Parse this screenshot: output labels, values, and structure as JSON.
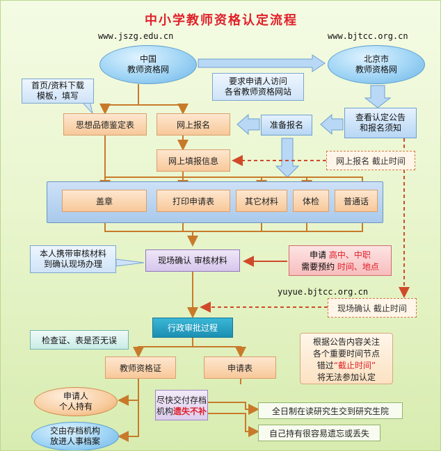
{
  "title": "中小学教师资格认定流程",
  "urls": {
    "left": "www.jszg.edu.cn",
    "right": "www.bjtcc.org.cn",
    "yuyue": "yuyue.bjtcc.org.cn"
  },
  "ovals": {
    "china": [
      "中国",
      "教师资格网"
    ],
    "beijing": [
      "北京市",
      "教师资格网"
    ],
    "holder": [
      "申请人",
      "个人持有"
    ],
    "archive": [
      "交由存档机构",
      "放进人事档案"
    ]
  },
  "callouts": {
    "visit": [
      "要求申请人访问",
      "各省教师资格网站"
    ],
    "download": [
      "首页/资料下载",
      "模板，填写"
    ],
    "bring": [
      "本人携带审核材料",
      "到确认现场办理"
    ],
    "check": "检查证、表是否无误"
  },
  "boxes": {
    "moral": "思想品德鉴定表",
    "online_reg": "网上报名",
    "prepare": "准备报名",
    "notice": [
      "查看认定公告",
      "和报名须知"
    ],
    "online_info": "网上填报信息",
    "seal": "盖章",
    "print_form": "打印申请表",
    "other": "其它材料",
    "physical": "体检",
    "mandarin": "普通话",
    "onsite": "现场确认  审核材料",
    "approve": "行政审批过程",
    "cert": "教师资格证",
    "form": "申请表"
  },
  "deadlines": {
    "reg_deadline": "网上报名  截止时间",
    "confirm_deadline": "现场确认  截止时间"
  },
  "appointment": {
    "line1_a": "申请  ",
    "line1_b": "高中、中职",
    "line2_a": "需要预约  ",
    "line2_b": "时间、地点"
  },
  "reminder": {
    "line1": "根据公告内容关注",
    "line2": "各个重要时间节点",
    "line3_a": "错过",
    "line3_b": "“截止时间”",
    "line4": "将无法参加认定"
  },
  "submit": {
    "line1": "尽快交付存档",
    "line2_a": "机构",
    "line2_b": "遗失不补"
  },
  "notes": {
    "fulltime": "全日制在读研究生交到研究生院",
    "self": "自己持有很容易遗忘或丢失"
  }
}
